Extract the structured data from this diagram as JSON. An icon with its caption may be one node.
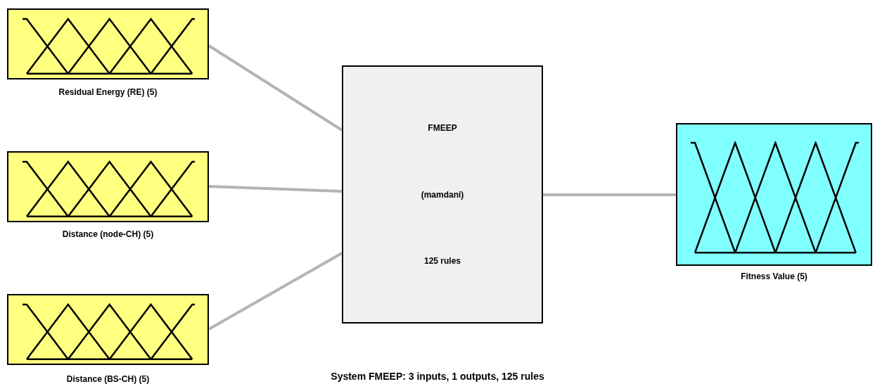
{
  "diagram": {
    "caption": "System FMEEP: 3 inputs, 1 outputs, 125 rules",
    "nodes": [
      {
        "text": [
          "Residual Energy (RE) (5)"
        ]
      },
      {
        "text": [
          "Distance (node-CH) (5)"
        ]
      },
      {
        "text": [
          "Distance (BS-CH) (5)"
        ]
      },
      {
        "text": [
          "FMEEP",
          "(mamdani)",
          "125 rules"
        ]
      },
      {
        "text": [
          "Fitness Value (5)"
        ]
      }
    ],
    "edges": [
      {
        "from": 0,
        "to": 3,
        "arrow": "none"
      },
      {
        "from": 1,
        "to": 3,
        "arrow": "none"
      },
      {
        "from": 2,
        "to": 3,
        "arrow": "none"
      },
      {
        "from": 3,
        "to": 4,
        "arrow": "none"
      }
    ]
  }
}
